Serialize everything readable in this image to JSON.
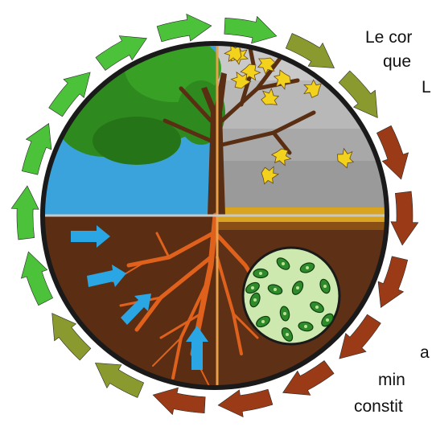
{
  "caption_lines": [
    "Le cor",
    "que",
    "L",
    "a",
    "min",
    "constit"
  ],
  "colors": {
    "sky": "#3aa3dc",
    "canopy": "#2e8a1f",
    "canopy_dark": "#1f6614",
    "trunk": "#5a2e12",
    "winter_sky": "#a8a8a8",
    "leaves_yellow": "#f2d21c",
    "soil": "#5b2d12",
    "roots": "#e0611c",
    "water_arrows": "#29a6e3",
    "bacteria_bg": "#cde9b0",
    "bacteria": "#2f8a2a",
    "ring_green": "#4cc23a",
    "ring_olive": "#8a9a2e",
    "ring_brown": "#9a3a16",
    "rim": "#1a1a1a"
  },
  "icons": [
    "cycle-arrow-icon",
    "water-arrow-icon",
    "tree-icon",
    "falling-leaf-icon",
    "bacteria-icon"
  ]
}
